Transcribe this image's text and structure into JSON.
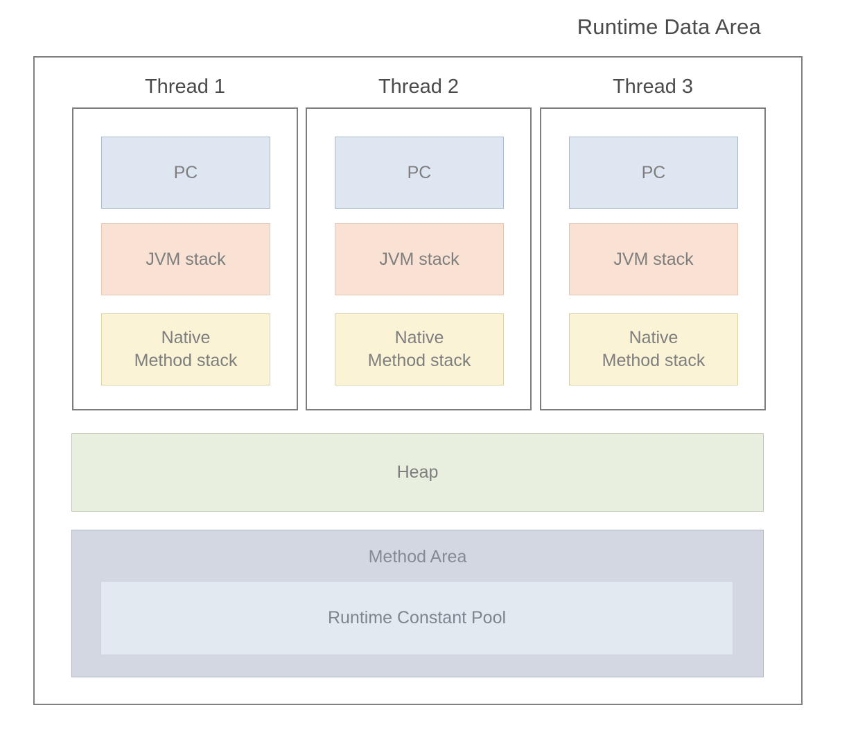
{
  "diagram": {
    "title": "Runtime Data Area",
    "type": "jvm-memory-architecture",
    "colors": {
      "title_text": "#4a4a4a",
      "frame_border": "#808080",
      "thread_border": "#7d7d7d",
      "pc_fill": "#dee7f1",
      "pc_border": "#a9bacb",
      "jvm_stack_fill": "#f9e2d3",
      "jvm_stack_border": "#e3c5b2",
      "native_stack_fill": "#faf3d6",
      "native_stack_border": "#ddd3a4",
      "heap_fill": "#e9efdf",
      "heap_border": "#bcc6ab",
      "method_area_fill": "#d3d7e1",
      "method_area_border": "#aeb5c4",
      "constant_pool_fill": "#e2e9f1",
      "constant_pool_border": "#cdd6e0",
      "box_text": "#7e7e7e"
    },
    "threads": [
      {
        "label": "Thread 1",
        "regions": {
          "pc": "PC",
          "jvm_stack": "JVM stack",
          "native_stack_line1": "Native",
          "native_stack_line2": "Method stack"
        }
      },
      {
        "label": "Thread 2",
        "regions": {
          "pc": "PC",
          "jvm_stack": "JVM stack",
          "native_stack_line1": "Native",
          "native_stack_line2": "Method stack"
        }
      },
      {
        "label": "Thread 3",
        "regions": {
          "pc": "PC",
          "jvm_stack": "JVM stack",
          "native_stack_line1": "Native",
          "native_stack_line2": "Method stack"
        }
      }
    ],
    "shared": {
      "heap": "Heap",
      "method_area": "Method Area",
      "runtime_constant_pool": "Runtime Constant Pool"
    }
  }
}
